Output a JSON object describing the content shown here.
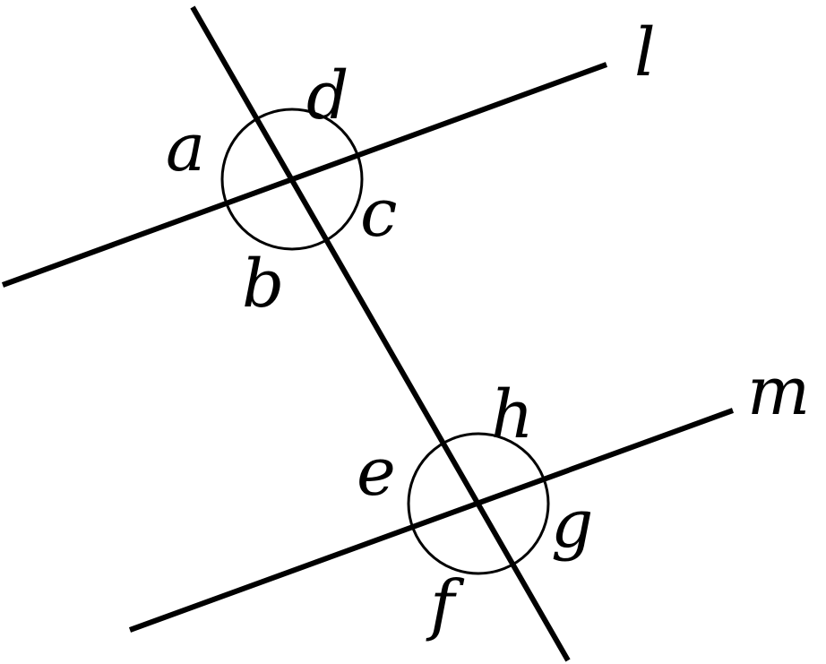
{
  "figure": {
    "lines": {
      "l": "l",
      "m": "m"
    },
    "angles_at_l": {
      "top_left": "a",
      "bottom_left": "b",
      "bottom_right": "c",
      "top_right": "d"
    },
    "angles_at_m": {
      "top_left": "e",
      "bottom_left": "f",
      "bottom_right": "g",
      "top_right": "h"
    }
  },
  "colors": {
    "stroke": "#000000",
    "background": "#ffffff"
  }
}
